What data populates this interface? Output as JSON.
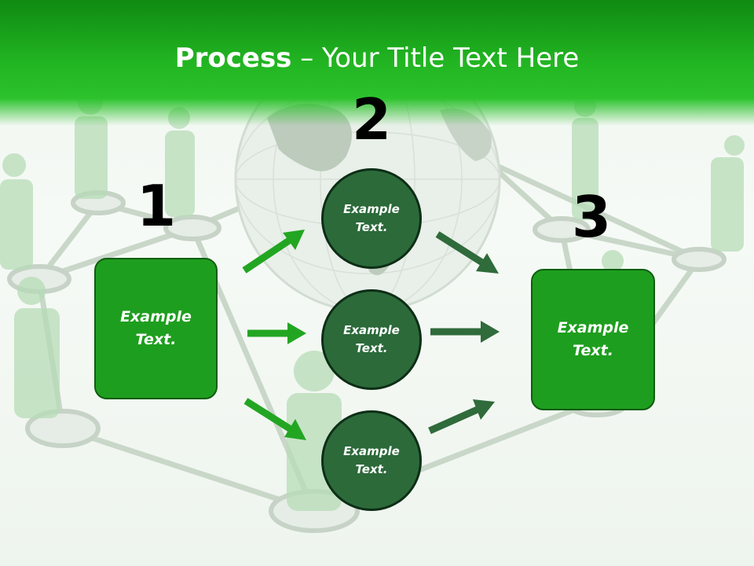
{
  "title": {
    "bold": "Process",
    "rest": " – Your Title Text Here"
  },
  "steps": [
    {
      "number": "1",
      "label_line1": "Example",
      "label_line2": "Text."
    },
    {
      "number": "2"
    },
    {
      "number": "3",
      "label_line1": "Example",
      "label_line2": "Text."
    }
  ],
  "circles": [
    {
      "line1": "Example",
      "line2": "Text."
    },
    {
      "line1": "Example",
      "line2": "Text."
    },
    {
      "line1": "Example",
      "line2": "Text."
    }
  ],
  "colors": {
    "header": "#1fb31f",
    "box_fill": "#1e9e1e",
    "circle_fill": "#2c6a3a",
    "arrow_light": "#22a622",
    "arrow_dark": "#2f6b3b"
  }
}
